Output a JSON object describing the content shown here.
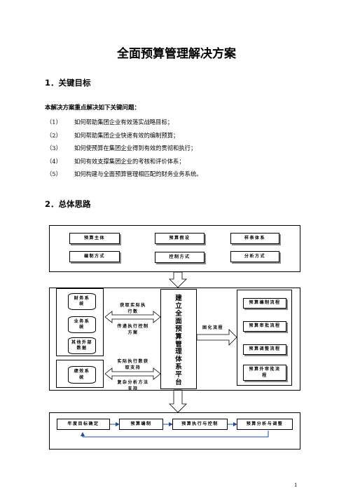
{
  "doc": {
    "title": "全面预算管理解决方案",
    "section1": "1．关键目标",
    "lead": "本解决方案重点解决如下关键问题：",
    "items": [
      {
        "num": "（1）",
        "text": "如何帮助集团企业有效落实战略目标；"
      },
      {
        "num": "（2）",
        "text": "如何帮助集团企业快速有效的编制预算；"
      },
      {
        "num": "（3）",
        "text": "如何使预算在集团企业得到有效的贯彻和执行；"
      },
      {
        "num": "（4）",
        "text": "如何有效支撑集团企业的考核和评价体系；"
      },
      {
        "num": "（5）",
        "text": "如何构建与全面预算管理相匹配的财务业务系统。"
      }
    ],
    "section2": "2．总体思路",
    "page_number": "1"
  },
  "diagram": {
    "top": [
      "预算主体",
      "预算假设",
      "样表体系",
      "编制方式",
      "控制方式",
      "分析方式"
    ],
    "sources": [
      "财务系统",
      "业务系统",
      "其他外部数据"
    ],
    "eval": "绩效系统",
    "labels": {
      "actual": "获取实际执行数",
      "transmit": "传递执行控制方案",
      "actual2": "实际执行数获取支持",
      "analysis": "复杂分析方法支持",
      "solidify": "固化流程"
    },
    "platform": "建立全面预算管理体系平台",
    "flows": [
      "预算编制流程",
      "预算审批流程",
      "预算调整流程",
      "预算外审批流程"
    ],
    "bottom": [
      "年度目标确定",
      "预算编制",
      "预算执行与控制",
      "预算分析与调整"
    ]
  }
}
